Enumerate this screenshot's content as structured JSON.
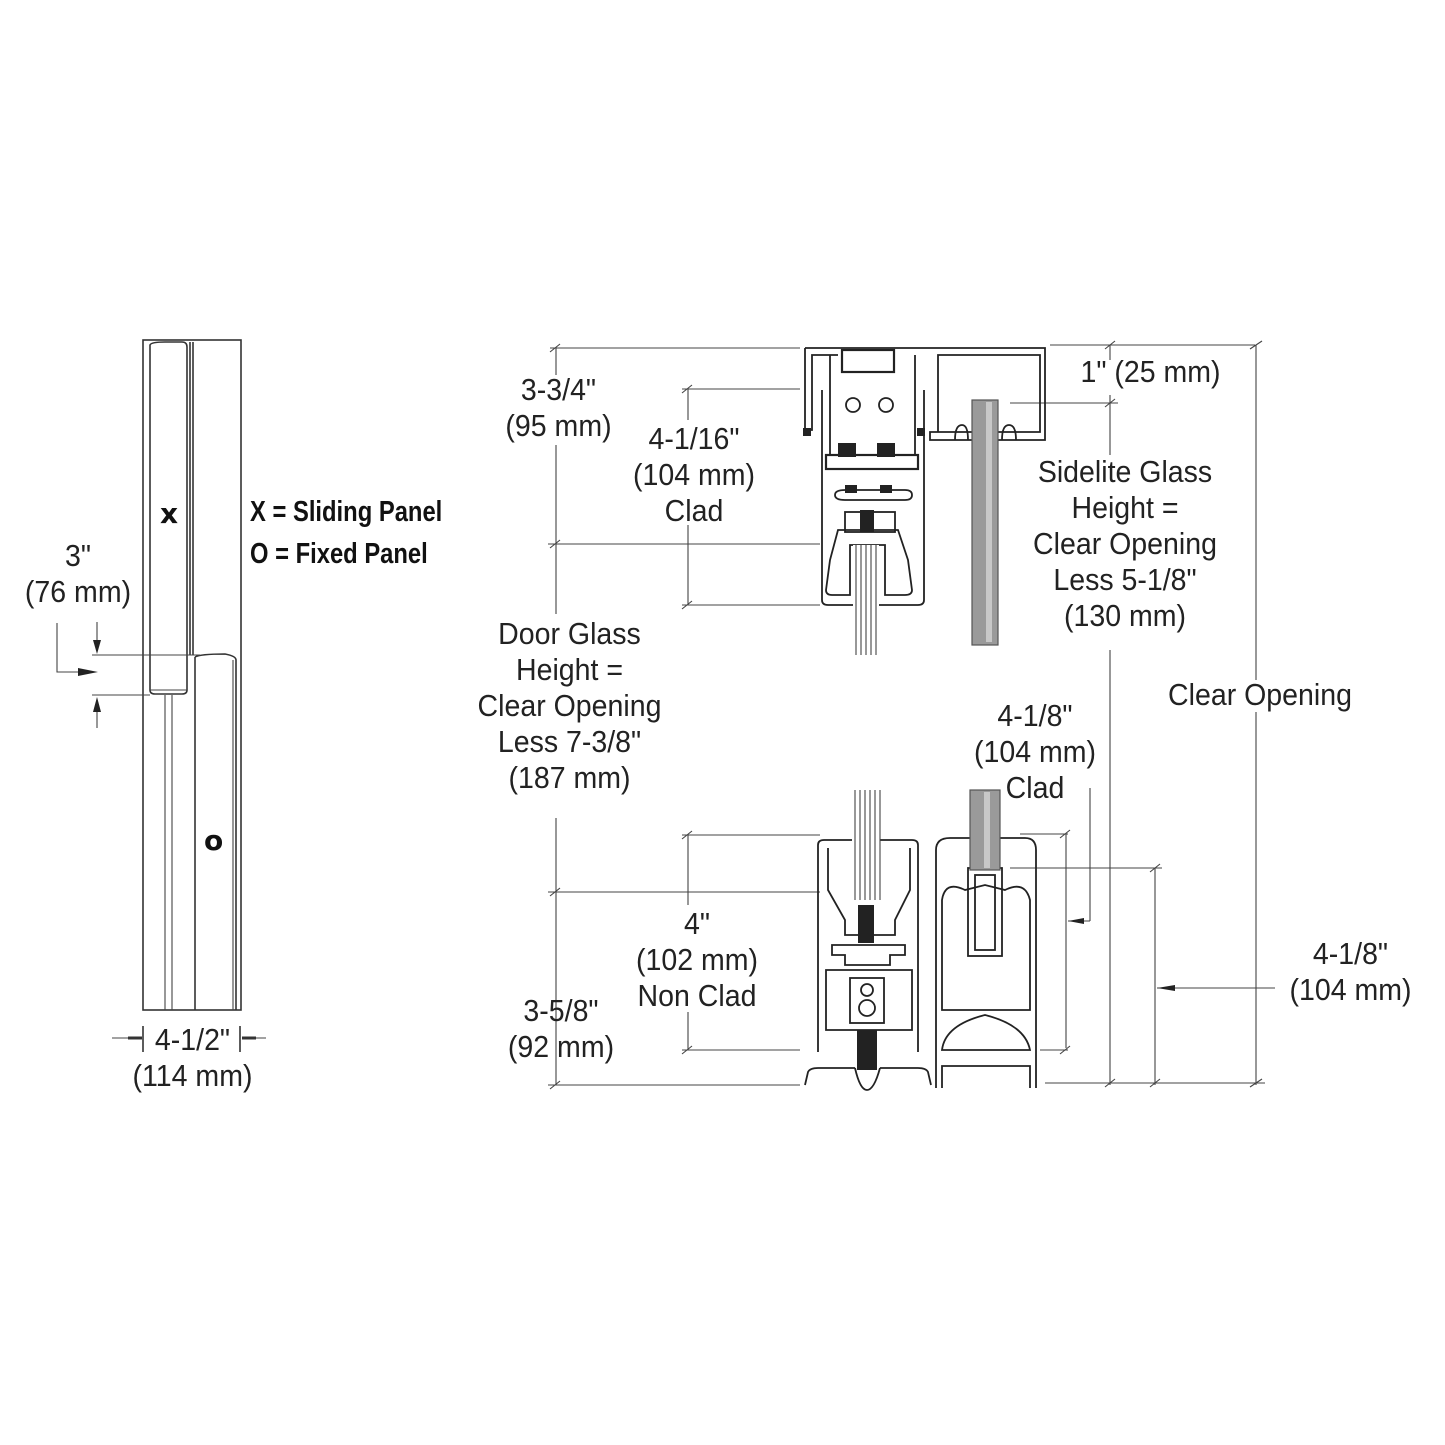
{
  "diagram": {
    "type": "technical-section-drawing",
    "subject": "Sliding door header and sill profile sections with glass height dimensions"
  },
  "elevation": {
    "sliding_mark": "x",
    "fixed_mark": "o",
    "legend": {
      "sliding": "X = Sliding Panel",
      "fixed": "O = Fixed Panel"
    },
    "overlap_dim": {
      "imperial": "3\"",
      "metric": "(76 mm)"
    },
    "width_dim": {
      "imperial": "4-1/2\"",
      "metric": "(114 mm)"
    }
  },
  "header": {
    "top_dim": {
      "imperial": "3-3/4\"",
      "metric": "(95 mm)"
    },
    "clad_dim": {
      "imperial": "4-1/16\"",
      "metric": "(104 mm)",
      "note": "Clad"
    },
    "sidelite_offset": {
      "text": "1\" (25 mm)"
    },
    "sidelite_note": {
      "line1": "Sidelite Glass",
      "line2": "Height =",
      "line3": "Clear Opening",
      "line4": "Less 5-1/8\"",
      "line5": "(130 mm)"
    }
  },
  "door_glass_note": {
    "line1": "Door Glass",
    "line2": "Height =",
    "line3": "Clear Opening",
    "line4": "Less 7-3/8\"",
    "line5": "(187 mm)"
  },
  "clear_opening": {
    "label": "Clear Opening"
  },
  "sill": {
    "nonclad_dim": {
      "imperial": "4\"",
      "metric": "(102 mm)",
      "note": "Non Clad"
    },
    "bottom_dim": {
      "imperial": "3-5/8\"",
      "metric": "(92 mm)"
    },
    "sidelite_clad_dim": {
      "imperial": "4-1/8\"",
      "metric": "(104 mm)",
      "note": "Clad"
    },
    "sidelite_sill_dim": {
      "imperial": "4-1/8\"",
      "metric": "(104 mm)"
    }
  }
}
